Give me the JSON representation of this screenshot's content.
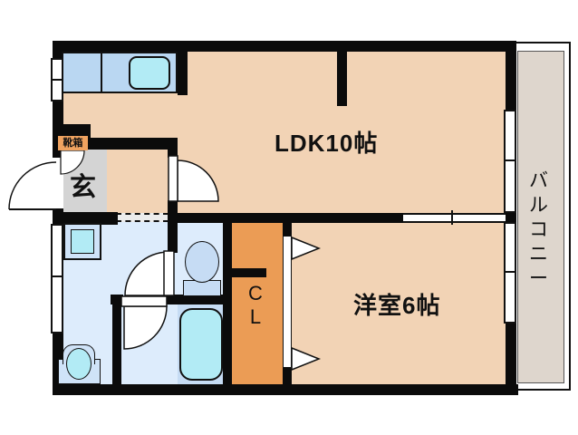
{
  "plan": {
    "labels": {
      "ldk": "LDK10帖",
      "western_room": "洋室6帖",
      "balcony": "バルコニー",
      "entrance": "玄",
      "closet": "CL",
      "shoe_box": "靴箱"
    },
    "colors": {
      "floor_peach": "#f2d3b5",
      "entrance_gray": "#d4d4d4",
      "balcony_gray": "#ded6cd",
      "wet_area_blue": "#ddecfc",
      "bath_blue": "#c6dcf4",
      "fixture_cyan": "#b2ebf5",
      "counter_blue": "#bad7f2",
      "pan_blue": "#cfe3f8",
      "closet_orange": "#eb9c55",
      "shoebox_orange": "#f0a360",
      "wall_black": "#0b0b0b"
    }
  }
}
